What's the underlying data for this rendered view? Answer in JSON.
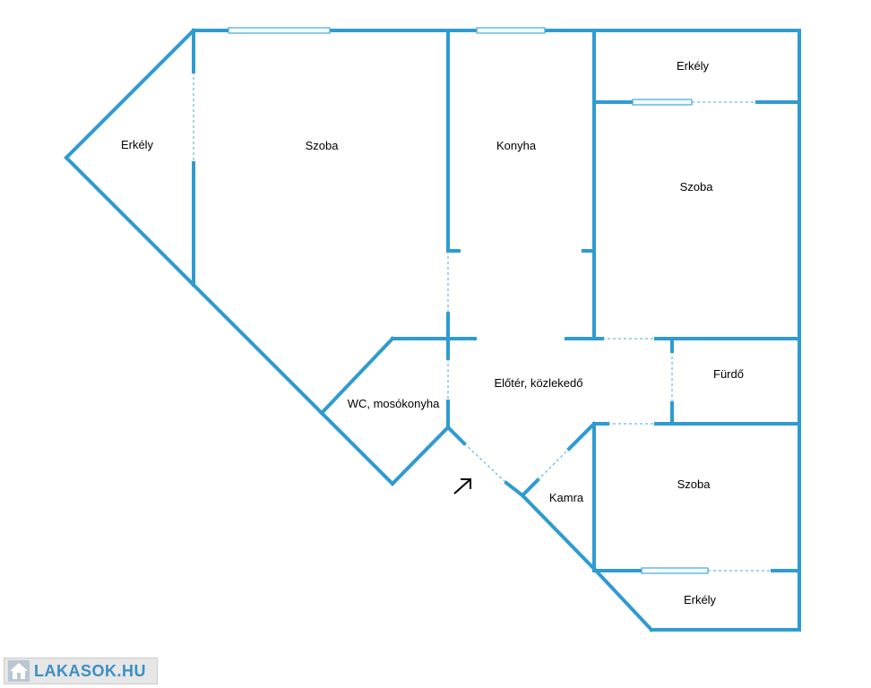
{
  "rooms": {
    "balcony_left": "Erkély",
    "room_top_left": "Szoba",
    "kitchen": "Konyha",
    "balcony_top_right": "Erkély",
    "room_right": "Szoba",
    "wc": "WC, mosókonyha",
    "hall": "Előtér, közlekedő",
    "bathroom": "Fürdő",
    "pantry": "Kamra",
    "room_bottom_right": "Szoba",
    "balcony_bottom_right": "Erkély"
  },
  "logo": {
    "text": "LAKASOK.HU"
  },
  "colors": {
    "wall": "#2f9bd0",
    "logo_text": "#3a8fc4"
  }
}
